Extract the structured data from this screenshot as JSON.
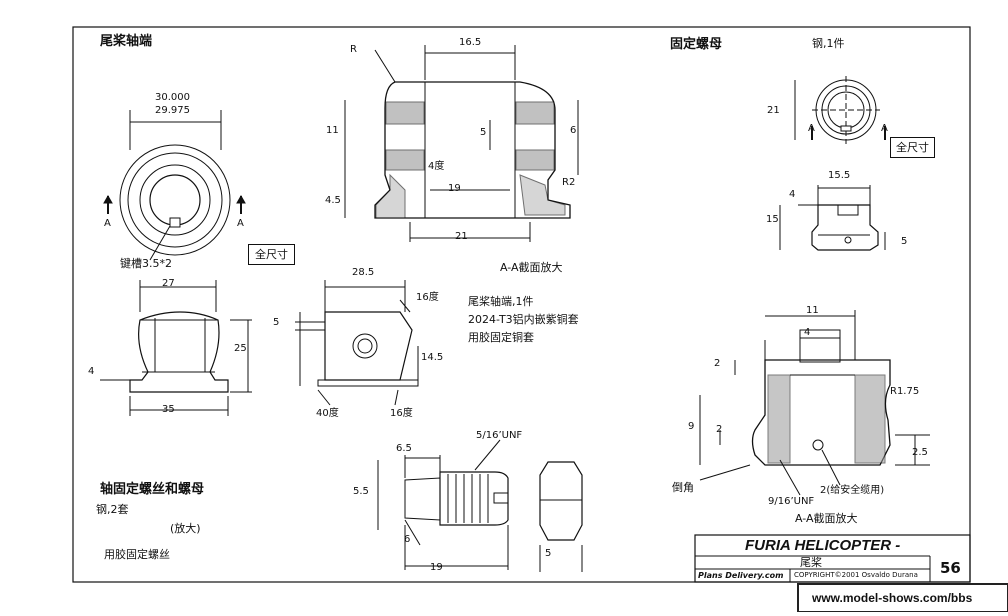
{
  "sections": {
    "tail_shaft_end": "尾桨轴端",
    "fixing_nut": "固定螺母",
    "shaft_screw_nut": "轴固定螺丝和螺母"
  },
  "notes": {
    "nut_material": "钢,1件",
    "full_size_1": "全尺寸",
    "full_size_2": "全尺寸",
    "aa_section_1": "A-A截面放大",
    "aa_section_2": "A-A截面放大",
    "shaft_end_desc_1": "尾桨轴端,1件",
    "shaft_end_desc_2": "2024-T3铝内嵌紫铜套",
    "shaft_end_desc_3": "用胶固定铜套",
    "screw_material": "钢,2套",
    "enlarged": "(放大)",
    "glue_screw": "用胶固定螺丝",
    "keyway": "键槽3.5*2",
    "chamfer": "倒角",
    "thread_note": "9/16’UNF",
    "safety_wire": "2(给安全缆用)",
    "thread_516": "5/16’UNF"
  },
  "dimensions": {
    "d16_5": "16.5",
    "R": "R",
    "d30000": "30.000",
    "d29975": "29.975",
    "d11": "11",
    "d5a": "5",
    "d6a": "6",
    "d4deg": "4度",
    "d19a": "19",
    "dR2": "R2",
    "d4_5": "4.5",
    "d21a": "21",
    "A1": "A",
    "A2": "A",
    "d27": "27",
    "d25": "25",
    "d4a": "4",
    "d35": "35",
    "d28_5": "28.5",
    "d16deg1": "16度",
    "d5b": "5",
    "d14_5": "14.5",
    "d40deg": "40度",
    "d16deg2": "16度",
    "d21b": "21",
    "A3": "A",
    "A4": "A",
    "d15_5": "15.5",
    "d4b": "4",
    "d15": "15",
    "d5c": "5",
    "d11b": "11",
    "d4c": "4",
    "d2a": "2",
    "dR175": "R1.75",
    "d9": "9",
    "d2b": "2",
    "d2_5": "2.5",
    "d6_5": "6.5",
    "d5_5": "5.5",
    "d6b": "6",
    "d19b": "19",
    "d5d": "5"
  },
  "title_block": {
    "title": "FURIA HELICOPTER -",
    "subtitle": "尾桨",
    "page": "56",
    "brand": "Plans Delivery.com",
    "copyright": "COPYRIGHT©2001 Osvaldo Durana",
    "watermark": "www.model-shows.com/bbs"
  }
}
